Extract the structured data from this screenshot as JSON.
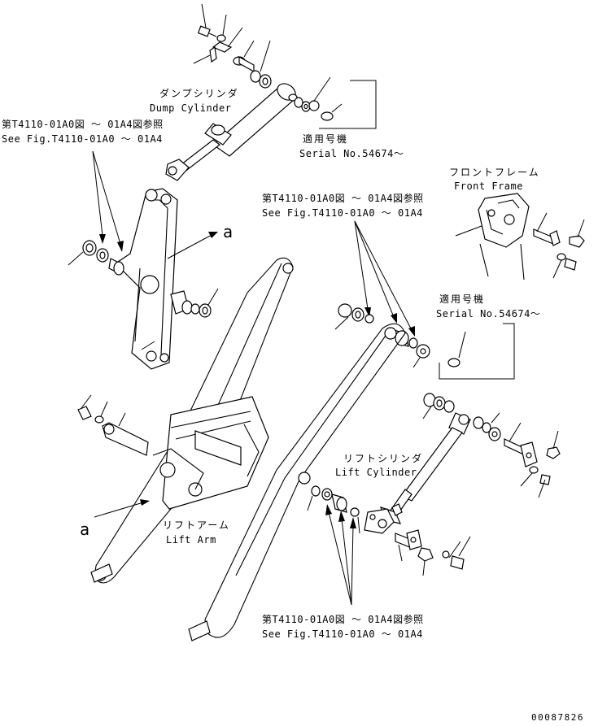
{
  "labels": {
    "dump_cylinder_jp": "ダンプシリンダ",
    "dump_cylinder_en": "Dump Cylinder",
    "ref1_jp": "第T4110-01A0図 ～ 01A4図参照",
    "ref1_en": "See Fig.T4110-01A0 ～ 01A4",
    "serial1_jp": "適用号機",
    "serial1_en": "Serial No.54674～",
    "front_frame_jp": "フロントフレーム",
    "front_frame_en": "Front Frame",
    "ref2_jp": "第T4110-01A0図 ～ 01A4図参照",
    "ref2_en": "See Fig.T4110-01A0 ～ 01A4",
    "serial2_jp": "適用号機",
    "serial2_en": "Serial No.54674～",
    "lift_cylinder_jp": "リフトシリンダ",
    "lift_cylinder_en": "Lift Cylinder",
    "lift_arm_jp": "リフトアーム",
    "lift_arm_en": "Lift Arm",
    "ref3_jp": "第T4110-01A0図 ～ 01A4図参照",
    "ref3_en": "See Fig.T4110-01A0 ～ 01A4",
    "callout_a_upper": "a",
    "callout_a_lower": "a",
    "drawing_number": "00087826"
  }
}
